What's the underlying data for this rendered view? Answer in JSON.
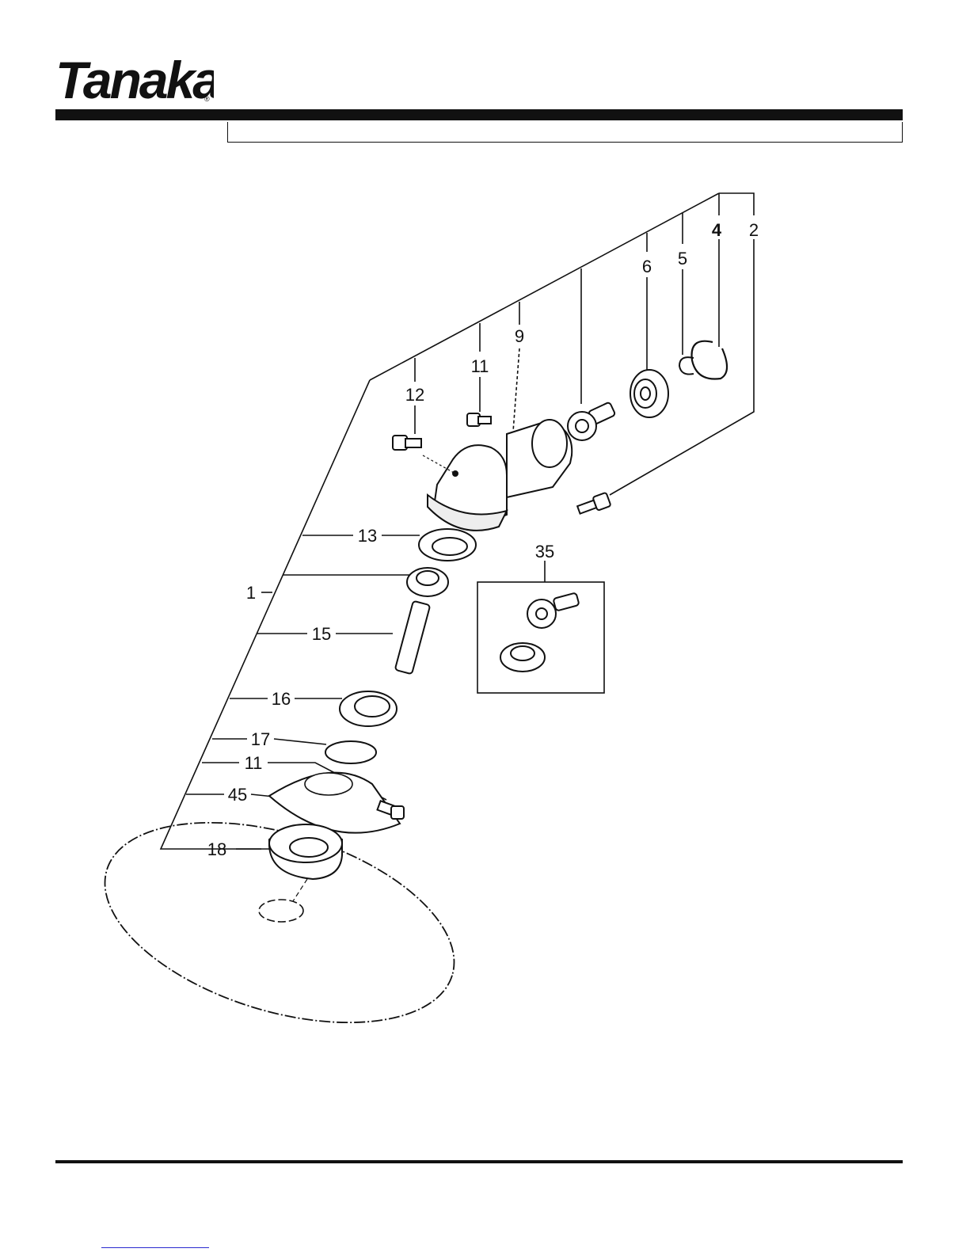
{
  "brand": {
    "logo_text": "Tanaka",
    "registered_mark": "®"
  },
  "diagram": {
    "callouts": [
      {
        "id": "c1",
        "text": "1"
      },
      {
        "id": "c2",
        "text": "2"
      },
      {
        "id": "c4",
        "text": "4"
      },
      {
        "id": "c5",
        "text": "5"
      },
      {
        "id": "c6",
        "text": "6"
      },
      {
        "id": "c9",
        "text": "9"
      },
      {
        "id": "c11a",
        "text": "11"
      },
      {
        "id": "c12",
        "text": "12"
      },
      {
        "id": "c13",
        "text": "13"
      },
      {
        "id": "c15",
        "text": "15"
      },
      {
        "id": "c16",
        "text": "16"
      },
      {
        "id": "c17",
        "text": "17"
      },
      {
        "id": "c11b",
        "text": "11"
      },
      {
        "id": "c45",
        "text": "45"
      },
      {
        "id": "c18",
        "text": "18"
      },
      {
        "id": "c35",
        "text": "35"
      }
    ]
  }
}
